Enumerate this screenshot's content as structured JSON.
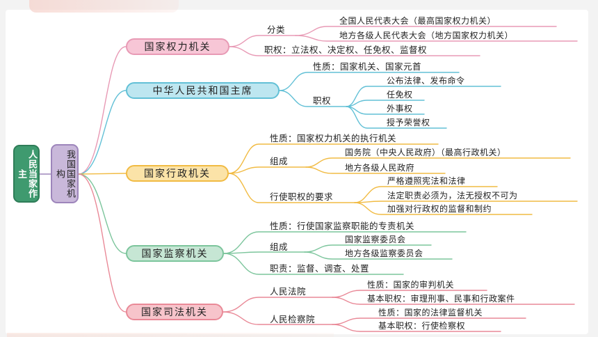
{
  "root": {
    "label": "人民当家作主"
  },
  "sub": {
    "label": "我国国家机构"
  },
  "branches": [
    {
      "label": "国家权力机关",
      "items": {
        "fenlei": "分类",
        "quanguo": "全国人民代表大会（最高国家权力机关）",
        "difang": "地方各级人民代表大会（地方国家权力机关）",
        "zhiquan": "职权：立法权、决定权、任免权、监督权"
      }
    },
    {
      "label": "中华人民共和国主席",
      "items": {
        "xingzhi": "性质：国家机关、国家元首",
        "zhiquan": "职权",
        "gongbu": "公布法律、发布命令",
        "renmian": "任免权",
        "waishi": "外事权",
        "shouyu": "授予荣誉权"
      }
    },
    {
      "label": "国家行政机关",
      "items": {
        "xingzhi": "性质：国家权力机关的执行机关",
        "zucheng": "组成",
        "guowuyuan": "国务院（中央人民政府）（最高行政机关）",
        "difang": "地方各级人民政府",
        "yaoqiu": "行使职权的要求",
        "yange": "严格遵照宪法和法律",
        "fading": "法定职责必须为，法无授权不可为",
        "jiaqiang": "加强对行政权的监督和制约"
      }
    },
    {
      "label": "国家监察机关",
      "items": {
        "xingzhi": "性质：行使国家监察职能的专责机关",
        "zucheng": "组成",
        "guojia": "国家监察委员会",
        "difang": "地方各级监察委员会",
        "zhize": "职责：监督、调查、处置"
      }
    },
    {
      "label": "国家司法机关",
      "items": {
        "fayuan": "人民法院",
        "fy_xingzhi": "性质：国家的审判机关",
        "fy_zhiquan": "基本职权：审理刑事、民事和行政案件",
        "jianchayuan": "人民检察院",
        "jc_xingzhi": "性质：国家的法律监督机关",
        "jc_zhiquan": "基本职权：行使检察权"
      }
    }
  ],
  "colors": {
    "root_fill": "#3f9a6f",
    "sub_fill": "#c9b8da",
    "branch1": "#e89ab5",
    "branch2": "#62c0d6",
    "branch3": "#f1bb43",
    "branch4": "#7cc59c",
    "branch5": "#e98997"
  }
}
